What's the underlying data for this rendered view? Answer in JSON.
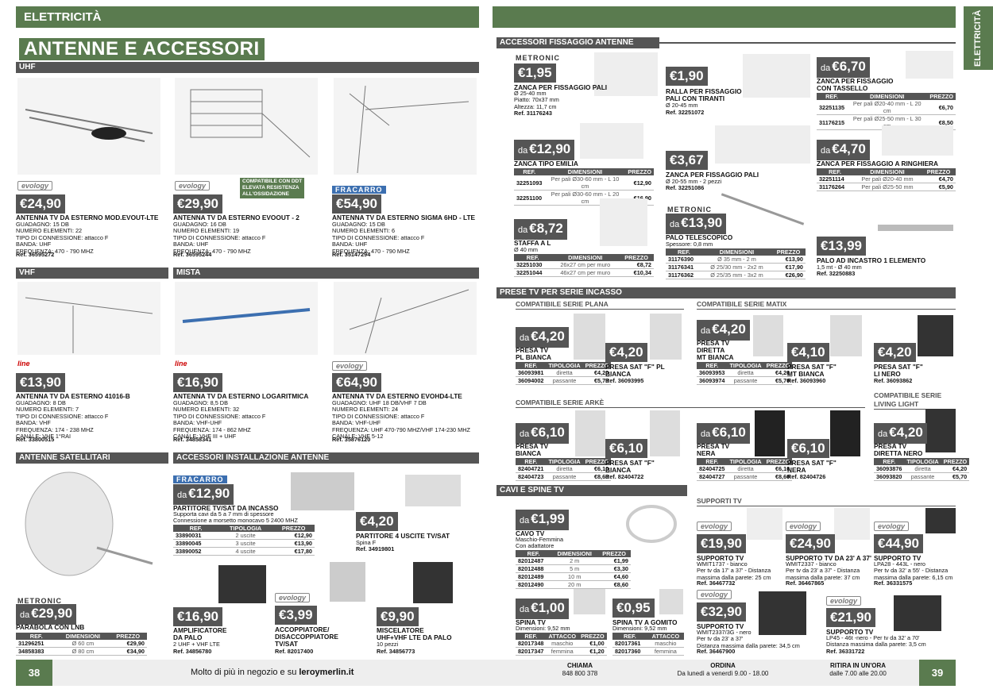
{
  "header": {
    "category": "ELETTRICITÀ",
    "title": "ANTENNE E ACCESSORI",
    "side_tab": "ELETTRICITÀ"
  },
  "sections": {
    "uhf": "UHF",
    "vhf": "VHF",
    "mista": "MISTA",
    "sat": "ANTENNE SATELLITARI",
    "install": "ACCESSORI INSTALLAZIONE ANTENNE",
    "fiss": "ACCESSORI FISSAGGIO ANTENNE",
    "prese": "PRESE TV PER SERIE INCASSO",
    "cavi": "CAVI E SPINE TV"
  },
  "brands": {
    "evology": "evology",
    "fracarro": "FRACARRO",
    "metronic": "METRONIC",
    "ciao": "line"
  },
  "products": {
    "p1": {
      "price": "€24,90",
      "title": "ANTENNA TV DA ESTERNO MOD.EVOUT-LTE",
      "details": "GUADAGNO: 15 DB\nNUMERO ELEMENTI: 22\nTIPO DI CONNESSIONE: attacco F\nBANDA: UHF\nFREQUENZA: 470 - 790 MHZ",
      "ref": "Ref. 36595272"
    },
    "p2": {
      "price": "€29,90",
      "title": "ANTENNA TV DA ESTERNO EVOOUT - 2",
      "details": "GUADAGNO: 16 DB\nNUMERO ELEMENTI: 19\nTIPO DI CONNESSIONE: attacco F\nBANDA: UHF\nFREQUENZA: 470 - 790 MHZ",
      "ref": "Ref. 36595244",
      "note": "COMPATIBILE CON DDT\nELEVATA RESISTENZA\nALL'OSSIDAZIONE"
    },
    "p3": {
      "price": "€54,90",
      "title": "ANTENNA TV DA ESTERNO SIGMA 6HD - LTE",
      "details": "GUADAGNO: 15 DB\nNUMERO ELEMENTI: 6\nTIPO DI CONNESSIONE: attacco F\nBANDA: UHF\nFREQUENZA: 470 - 790 MHZ",
      "ref": "Ref. 35147294"
    },
    "p4": {
      "price": "€13,90",
      "title": "ANTENNA TV DA ESTERNO 41016-B",
      "details": "GUADAGNO: 8 DB\nNUMERO ELEMENTI: 7\nTIPO DI CONNESSIONE: attacco F\nBANDA: VHF\nFREQUENZA: 174 - 238 MHZ\nCANALE: VHF 1°RAI",
      "ref": "Ref. 33800515"
    },
    "p5": {
      "price": "€16,90",
      "title": "ANTENNA TV DA ESTERNO LOGARITMICA",
      "details": "GUADAGNO: 8,5 DB\nNUMERO ELEMENTI: 32\nTIPO DI CONNESSIONE: attacco F\nBANDA: VHF-UHF\nFREQUENZA: 174 - 862 MHZ\nCANALE: VHF III + UHF",
      "ref": "Ref. 34858341"
    },
    "p6": {
      "price": "€64,90",
      "title": "ANTENNA TV DA ESTERNO EVOHD4-LTE",
      "details": "GUADAGNO: UHF 18 DB/VHF 7 DB\nNUMERO ELEMENTI: 24\nTIPO DI CONNESSIONE: attacco F\nBANDA: VHF-UHF\nFREQUENZA: UHF 470-790 MHZ/VHF 174-230 MHZ\nCANALE: VHF 5-12",
      "ref": "Ref. 35876120"
    },
    "p7": {
      "da": "da",
      "price": "€29,90",
      "title": "PARABOLA CON LNB",
      "table": {
        "h": [
          "REF.",
          "DIMENSIONI",
          "PREZZO"
        ],
        "rows": [
          [
            "31296251",
            "Ø 60 cm",
            "€29,90"
          ],
          [
            "34858383",
            "Ø 80 cm",
            "€34,90"
          ]
        ]
      }
    },
    "p8": {
      "da": "da",
      "price": "€12,90",
      "title": "PARTITORE TV/SAT DA INCASSO",
      "details": "Supporta cavi da 5 a 7 mm di spessore\nConnessione a morsetto monocavo 5 2400 MHZ",
      "table": {
        "h": [
          "REF.",
          "TIPOLOGIA",
          "PREZZO"
        ],
        "rows": [
          [
            "33890031",
            "2 uscite",
            "€12,90"
          ],
          [
            "33890045",
            "3 uscite",
            "€13,90"
          ],
          [
            "33890052",
            "4 uscite",
            "€17,80"
          ]
        ]
      }
    },
    "p9": {
      "price": "€4,20",
      "title": "PARTITORE 4 USCITE TV/SAT",
      "details": "Spina F",
      "ref": "Ref. 34919801"
    },
    "p10": {
      "price": "€16,90",
      "title": "AMPLIFICATORE\nDA PALO",
      "details": "2 UHF + VHF LTE",
      "ref": "Ref. 34856780"
    },
    "p11": {
      "price": "€3,99",
      "title": "ACCOPPIATORE/\nDISACCOPPIATORE\nTV/SAT",
      "ref": "Ref. 82017400"
    },
    "p12": {
      "price": "€9,90",
      "title": "MISCELATORE\nUHF+VHF LTE DA PALO",
      "details": "10 pezzi",
      "ref": "Ref. 34856773"
    },
    "f1": {
      "price": "€1,95",
      "title": "ZANCA PER FISSAGGIO PALI",
      "details": "Ø 25-40 mm\nPiatto: 70x37 mm\nAltezza: 11,7 cm",
      "ref": "Ref. 31176243"
    },
    "f2": {
      "price": "€1,90",
      "title": "RALLA PER FISSAGGIO\nPALI CON TIRANTI",
      "details": "Ø 20-45 mm",
      "ref": "Ref. 32251072"
    },
    "f3": {
      "da": "da",
      "price": "€6,70",
      "title": "ZANCA PER FISSAGGIO\nCON TASSELLO",
      "table": {
        "h": [
          "REF.",
          "DIMENSIONI",
          "PREZZO"
        ],
        "rows": [
          [
            "32251135",
            "Per pali Ø20-40 mm - L 20 cm",
            "€6,70"
          ],
          [
            "31176215",
            "Per pali Ø25-50 mm - L 30 cm",
            "€8,50"
          ]
        ]
      }
    },
    "f4": {
      "da": "da",
      "price": "€12,90",
      "title": "ZANCA TIPO EMILIA",
      "table": {
        "h": [
          "REF.",
          "DIMENSIONI",
          "PREZZO"
        ],
        "rows": [
          [
            "32251093",
            "Per pali Ø30-60 mm - L 10 cm",
            "€12,90"
          ],
          [
            "32251100",
            "Per pali Ø30-60 mm - L 20 cm",
            "€16,90"
          ]
        ]
      }
    },
    "f5": {
      "price": "€3,67",
      "title": "ZANCA PER FISSAGGIO PALI",
      "details": "Ø 20-55 mm - 2 pezzi",
      "ref": "Ref. 32251086"
    },
    "f6": {
      "da": "da",
      "price": "€4,70",
      "title": "ZANCA PER FISSAGGIO A RINGHIERA",
      "table": {
        "h": [
          "REF.",
          "DIMENSIONI",
          "PREZZO"
        ],
        "rows": [
          [
            "32251114",
            "Per pali Ø20-40 mm",
            "€4,70"
          ],
          [
            "31176264",
            "Per pali Ø25-50 mm",
            "€5,90"
          ]
        ]
      }
    },
    "f7": {
      "da": "da",
      "price": "€8,72",
      "title": "STAFFA A L",
      "details": "Ø 40 mm",
      "table": {
        "h": [
          "REF.",
          "DIMENSIONI",
          "PREZZO"
        ],
        "rows": [
          [
            "32251030",
            "26x27 cm per muro",
            "€8,72"
          ],
          [
            "32251044",
            "46x27 cm per muro",
            "€10,34"
          ]
        ]
      }
    },
    "f8": {
      "da": "da",
      "price": "€13,90",
      "title": "PALO TELESCOPICO",
      "details": "Spessore: 0,8 mm",
      "table": {
        "h": [
          "REF.",
          "DIMENSIONI",
          "PREZZO"
        ],
        "rows": [
          [
            "31176390",
            "Ø 35 mm - 2 m",
            "€13,90"
          ],
          [
            "31176341",
            "Ø 25/30 mm - 2x2 m",
            "€17,90"
          ],
          [
            "31176362",
            "Ø 25/35 mm - 3x2 m",
            "€26,90"
          ]
        ]
      }
    },
    "f9": {
      "price": "€13,99",
      "title": "PALO AD INCASTRO 1 ELEMENTO",
      "details": "1,5 mt - Ø 40 mm",
      "ref": "Ref. 32250883"
    },
    "s1": {
      "da": "da",
      "price": "€4,20",
      "title": "PRESA TV\nPL BIANCA",
      "table": {
        "h": [
          "REF.",
          "TIPOLOGIA",
          "PREZZO"
        ],
        "rows": [
          [
            "36093981",
            "diretta",
            "€4,20"
          ],
          [
            "36094002",
            "passante",
            "€5,70"
          ]
        ]
      }
    },
    "s2": {
      "price": "€4,20",
      "title": "PRESA SAT \"F\" PL\nBIANCA",
      "ref": "Ref. 36093995"
    },
    "s3": {
      "da": "da",
      "price": "€4,20",
      "title": "PRESA TV\nDIRETTA\nMT BIANCA",
      "table": {
        "h": [
          "REF.",
          "TIPOLOGIA",
          "PREZZO"
        ],
        "rows": [
          [
            "36093953",
            "diretta",
            "€4,20"
          ],
          [
            "36093974",
            "passante",
            "€5,70"
          ]
        ]
      }
    },
    "s4": {
      "price": "€4,10",
      "title": "PRESA SAT \"F\"\nMT BIANCA",
      "ref": "Ref. 36093960"
    },
    "s5": {
      "price": "€4,20",
      "title": "PRESA SAT \"F\"\nLI NERO",
      "ref": "Ref. 36093862"
    },
    "s6": {
      "da": "da",
      "price": "€6,10",
      "title": "PRESA TV\nBIANCA",
      "table": {
        "h": [
          "REF.",
          "TIPOLOGIA",
          "PREZZO"
        ],
        "rows": [
          [
            "82404721",
            "diretta",
            "€6,10"
          ],
          [
            "82404723",
            "passante",
            "€8,60"
          ]
        ]
      }
    },
    "s7": {
      "price": "€6,10",
      "title": "PRESA SAT \"F\"\nBIANCA",
      "ref": "Ref. 82404722"
    },
    "s8": {
      "da": "da",
      "price": "€6,10",
      "title": "PRESA TV\nNERA",
      "table": {
        "h": [
          "REF.",
          "TIPOLOGIA",
          "PREZZO"
        ],
        "rows": [
          [
            "82404725",
            "diretta",
            "€6,10"
          ],
          [
            "82404727",
            "passante",
            "€8,60"
          ]
        ]
      }
    },
    "s9": {
      "price": "€6,10",
      "title": "PRESA SAT \"F\"\nNERA",
      "ref": "Ref. 82404726"
    },
    "s10": {
      "da": "da",
      "price": "€4,20",
      "title": "PRESA TV\nDIRETTA NERO",
      "table": {
        "h": [
          "REF.",
          "TIPOLOGIA",
          "PREZZO"
        ],
        "rows": [
          [
            "36093876",
            "diretta",
            "€4,20"
          ],
          [
            "36093820",
            "passante",
            "€5,70"
          ]
        ]
      }
    },
    "c1": {
      "da": "da",
      "price": "€1,99",
      "title": "CAVO TV",
      "details": "Maschio-Femmina\nCon adattatore",
      "table": {
        "h": [
          "REF.",
          "DIMENSIONI",
          "PREZZO"
        ],
        "rows": [
          [
            "82012487",
            "2 m",
            "€1,99"
          ],
          [
            "82012488",
            "5 m",
            "€3,30"
          ],
          [
            "82012489",
            "10 m",
            "€4,60"
          ],
          [
            "82012490",
            "20 m",
            "€8,60"
          ]
        ]
      }
    },
    "c2": {
      "da": "da",
      "price": "€1,00",
      "title": "SPINA TV",
      "details": "Dimensioni: 9,52 mm",
      "table": {
        "h": [
          "REF.",
          "ATTACCO",
          "PREZZO"
        ],
        "rows": [
          [
            "82017348",
            "maschio",
            "€1,00"
          ],
          [
            "82017347",
            "femmina",
            "€1,20"
          ]
        ]
      }
    },
    "c3": {
      "price": "€0,95",
      "title": "SPINA TV A GOMITO",
      "details": "Dimensioni: 9,52 mm",
      "table": {
        "h": [
          "REF.",
          "ATTACCO"
        ],
        "rows": [
          [
            "82017361",
            "maschio"
          ],
          [
            "82017360",
            "femmina"
          ]
        ]
      }
    },
    "t1": {
      "price": "€19,90",
      "title": "SUPPORTO TV",
      "details": "WMIT1737 - bianco\nPer tv da 17' a 37' - Distanza\nmassima dalla parete: 25 cm",
      "ref": "Ref. 36467732"
    },
    "t2": {
      "price": "€24,90",
      "title": "SUPPORTO TV DA 23' A 37'",
      "details": "WMIT2337 - bianco\nPer tv da 23' a 37' - Distanza\nmassima dalla parete: 37 cm",
      "ref": "Ref. 36467865"
    },
    "t3": {
      "price": "€44,90",
      "title": "SUPPORTO TV",
      "details": "LPA28 - 443L - nero\nPer tv da 32' a 55' - Distanza\nmassima dalla parete: 6,15 cm",
      "ref": "Ref. 36331575"
    },
    "t4": {
      "price": "€32,90",
      "title": "SUPPORTO TV",
      "details": "WMIT2337/3G - nero\nPer tv da 23' a 37'\nDistanza massima dalla parete: 34,5 cm",
      "ref": "Ref. 36467900"
    },
    "t5": {
      "price": "€21,90",
      "title": "SUPPORTO TV",
      "details": "LP45 - 46t -nero - Per tv da 32' a 70'\nDistanza massima dalla parete: 3,5 cm",
      "ref": "Ref. 36331722"
    }
  },
  "subsections": {
    "plana": "COMPATIBILE SERIE PLANA",
    "matix": "COMPATIBILE SERIE MATIX",
    "arke": "COMPATIBILE SERIE ARKÈ",
    "living": "COMPATIBILE SERIE\nLIVING LIGHT",
    "supporti": "SUPPORTI TV"
  },
  "footer": {
    "page_left": "38",
    "page_right": "39",
    "slogan_a": "Molto di più in negozio e su ",
    "slogan_b": "leroymerlin.it",
    "chiama_l": "CHIAMA",
    "chiama_v": "848 800 378",
    "ordina_l": "ORDINA",
    "ordina_v": "Da lunedì a venerdì 9.00 - 18.00",
    "ritira_l": "RITIRA IN UN'ORA",
    "ritira_v": "dalle 7.00 alle 20.00"
  }
}
